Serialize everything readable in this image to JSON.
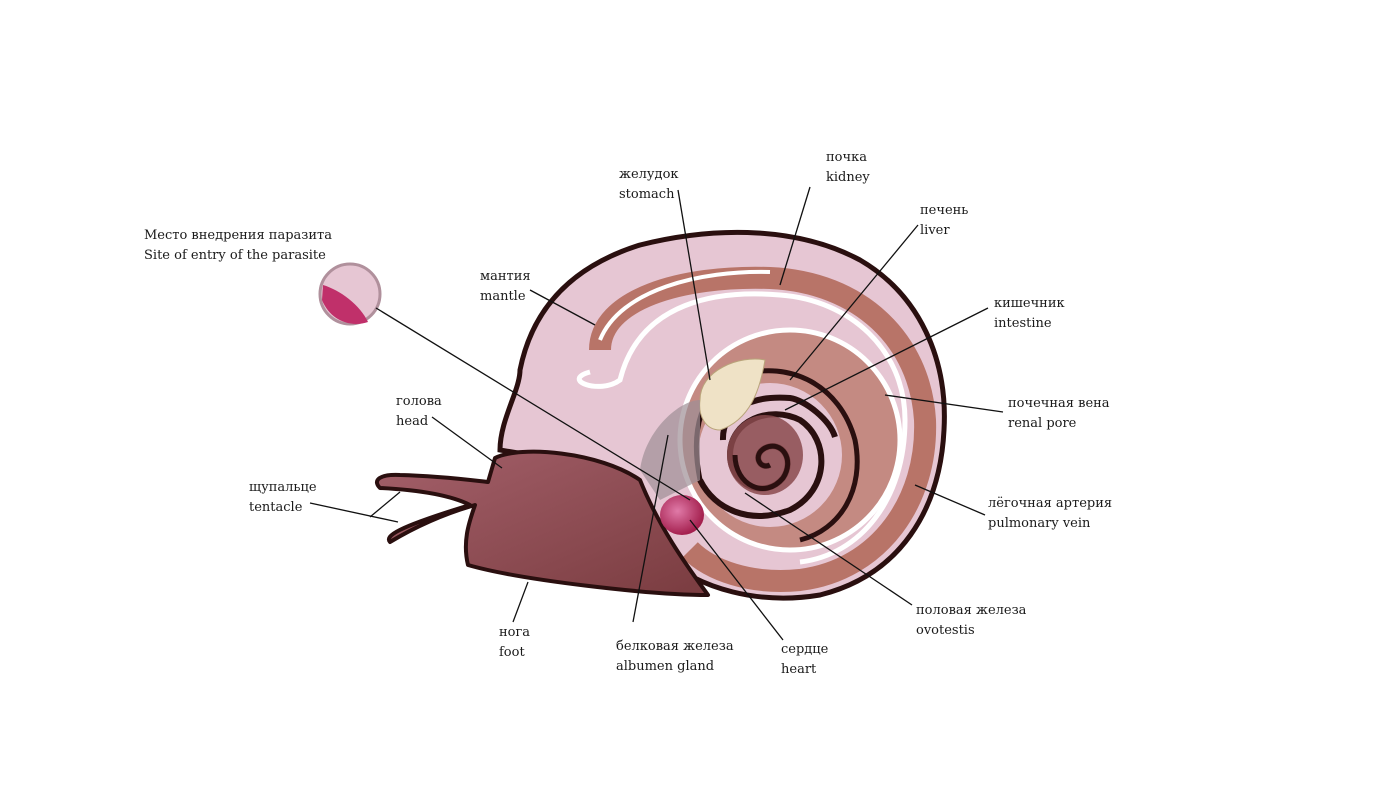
{
  "labels": {
    "parasite": {
      "ru": "Место внедрения паразита",
      "en": "Site of entry of the parasite"
    },
    "mantle": {
      "ru": "мантия",
      "en": "mantle"
    },
    "stomach": {
      "ru": "желудок",
      "en": "stomach"
    },
    "kidney": {
      "ru": "почка",
      "en": "kidney"
    },
    "liver": {
      "ru": "печень",
      "en": "liver"
    },
    "intestine": {
      "ru": "кишечник",
      "en": "intestine"
    },
    "renal": {
      "ru": "почечная вена",
      "en": "renal pore"
    },
    "pulmonary": {
      "ru": "лёгочная артерия",
      "en": "pulmonary vein"
    },
    "ovotestis": {
      "ru": "половая железа",
      "en": "ovotestis"
    },
    "heart": {
      "ru": "сердце",
      "en": "heart"
    },
    "albumen": {
      "ru": "белковая железа",
      "en": "albumen gland"
    },
    "foot": {
      "ru": "нога",
      "en": "foot"
    },
    "tentacle": {
      "ru": "щупальце",
      "en": "tentacle"
    },
    "head": {
      "ru": "голова",
      "en": "head"
    }
  },
  "colors": {
    "shell": "#e6c6d3",
    "band": "#b87468",
    "body": "#8e4a4e",
    "outline": "#2a0f0f",
    "gland": "#c0306a",
    "stomach": "#efe2c6"
  }
}
